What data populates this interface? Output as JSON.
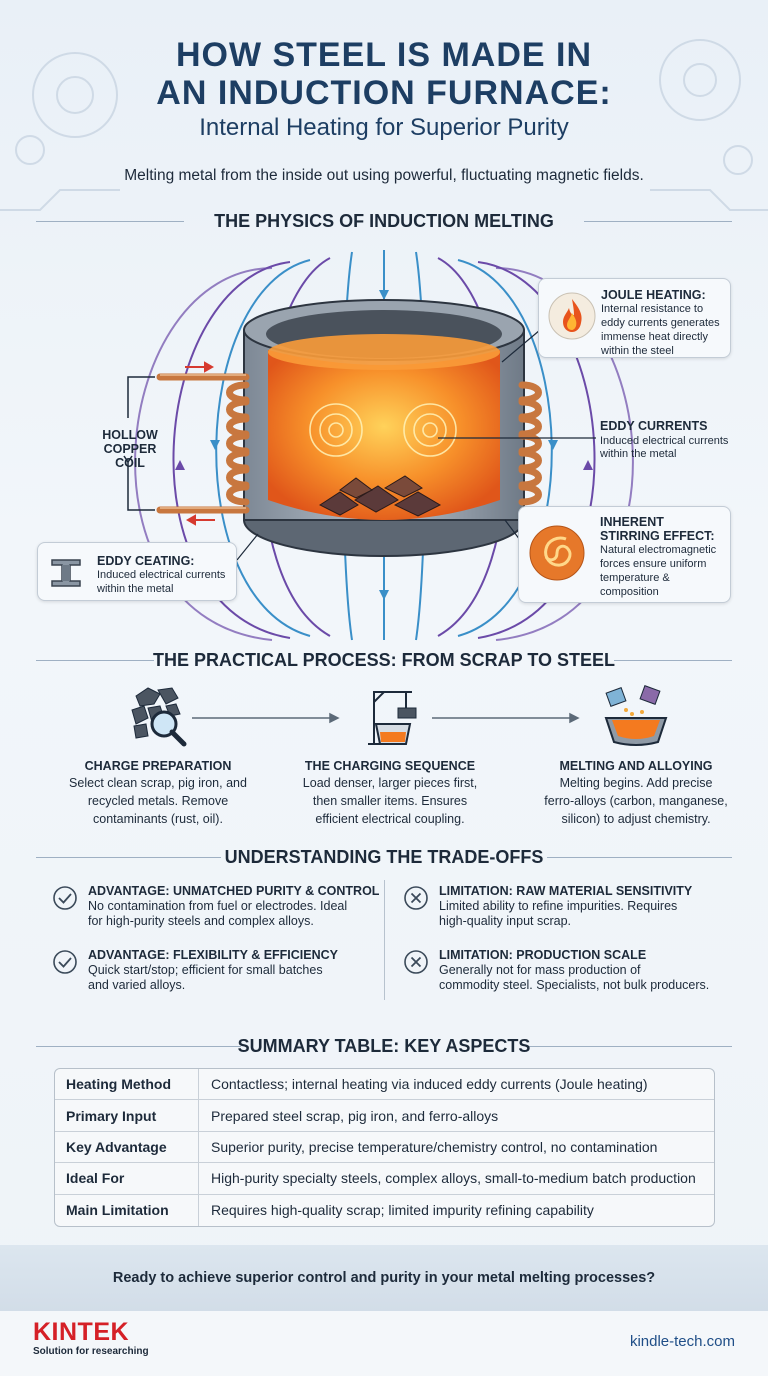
{
  "header": {
    "title_line1": "HOW STEEL IS MADE IN",
    "title_line2": "AN INDUCTION FURNACE:",
    "subtitle": "Internal Heating for Superior Purity",
    "tagline": "Melting metal from the inside out using powerful, fluctuating magnetic fields."
  },
  "sections": {
    "physics": "THE PHYSICS OF INDUCTION MELTING",
    "process": "THE PRACTICAL PROCESS: FROM SCRAP TO STEEL",
    "tradeoffs": "UNDERSTANDING THE TRADE-OFFS",
    "summary": "SUMMARY TABLE: KEY ASPECTS"
  },
  "diagram": {
    "coil_label_line1": "HOLLOW",
    "coil_label_line2": "COPPER COIL",
    "joule": {
      "title": "JOULE HEATING:",
      "body": [
        "Internal resistance to",
        "eddy currents generates",
        "immense heat directly",
        "within the steel"
      ],
      "icon": "flame-icon"
    },
    "eddy": {
      "title": "EDDY CURRENTS",
      "body": [
        "Induced electrical currents",
        "within the metal"
      ]
    },
    "stirring": {
      "title_line1": "INHERENT",
      "title_line2": "STIRRING EFFECT:",
      "body": [
        "Natural electromagnetic",
        "forces ensure uniform",
        "temperature &",
        "composition"
      ],
      "icon": "swirl-icon"
    },
    "eddy_ceating": {
      "title": "EDDY CEATING:",
      "body": [
        "Induced electrical currents",
        "within the metal"
      ],
      "icon": "steel-beam-icon"
    },
    "colors": {
      "field_blue": "#3a8fc8",
      "field_purple": "#6b4aa8",
      "copper": "#c8773f",
      "molten": "#f47a1f",
      "arrow_red": "#d63a2f"
    }
  },
  "process": {
    "steps": [
      {
        "title": "CHARGE PREPARATION",
        "body": [
          "Select clean scrap, pig iron, and",
          "recycled metals. Remove",
          "contaminants (rust, oil)."
        ],
        "icon": "scrap-magnifier-icon"
      },
      {
        "title": "THE CHARGING SEQUENCE",
        "body": [
          "Load denser, larger pieces first,",
          "then smaller items. Ensures",
          "efficient electrical coupling."
        ],
        "icon": "crane-icon"
      },
      {
        "title": "MELTING AND ALLOYING",
        "body": [
          "Melting begins. Add precise",
          "ferro-alloys (carbon, manganese,",
          "silicon) to adjust chemistry."
        ],
        "icon": "ladle-icon"
      }
    ]
  },
  "tradeoffs": {
    "advantages": [
      {
        "title": "ADVANTAGE: UNMATCHED PURITY & CONTROL",
        "body": [
          "No contamination from fuel or electrodes. Ideal",
          "for high-purity steels and complex alloys."
        ]
      },
      {
        "title": "ADVANTAGE: FLEXIBILITY & EFFICIENCY",
        "body": [
          "Quick start/stop; efficient for small batches",
          "and varied alloys."
        ]
      }
    ],
    "limitations": [
      {
        "title": "LIMITATION: RAW MATERIAL SENSITIVITY",
        "body": [
          "Limited ability to refine impurities. Requires",
          "high-quality input scrap."
        ]
      },
      {
        "title": "LIMITATION: PRODUCTION SCALE",
        "body": [
          "Generally not for mass production of",
          "commodity steel. Specialists, not bulk producers."
        ]
      }
    ]
  },
  "summary_table": [
    {
      "aspect": "Heating Method",
      "detail": "Contactless; internal heating via induced eddy currents (Joule heating)"
    },
    {
      "aspect": "Primary Input",
      "detail": "Prepared steel scrap, pig iron, and ferro-alloys"
    },
    {
      "aspect": "Key Advantage",
      "detail": "Superior purity, precise temperature/chemistry control, no contamination"
    },
    {
      "aspect": "Ideal For",
      "detail": "High-purity specialty steels, complex alloys, small-to-medium batch production"
    },
    {
      "aspect": "Main Limitation",
      "detail": "Requires high-quality scrap; limited impurity refining capability"
    }
  ],
  "footer": {
    "cta": "Ready to achieve superior control and purity in your metal melting processes?",
    "brand": "KINTEK",
    "brand_sub": "Solution for researching",
    "site": "kindle-tech.com"
  }
}
